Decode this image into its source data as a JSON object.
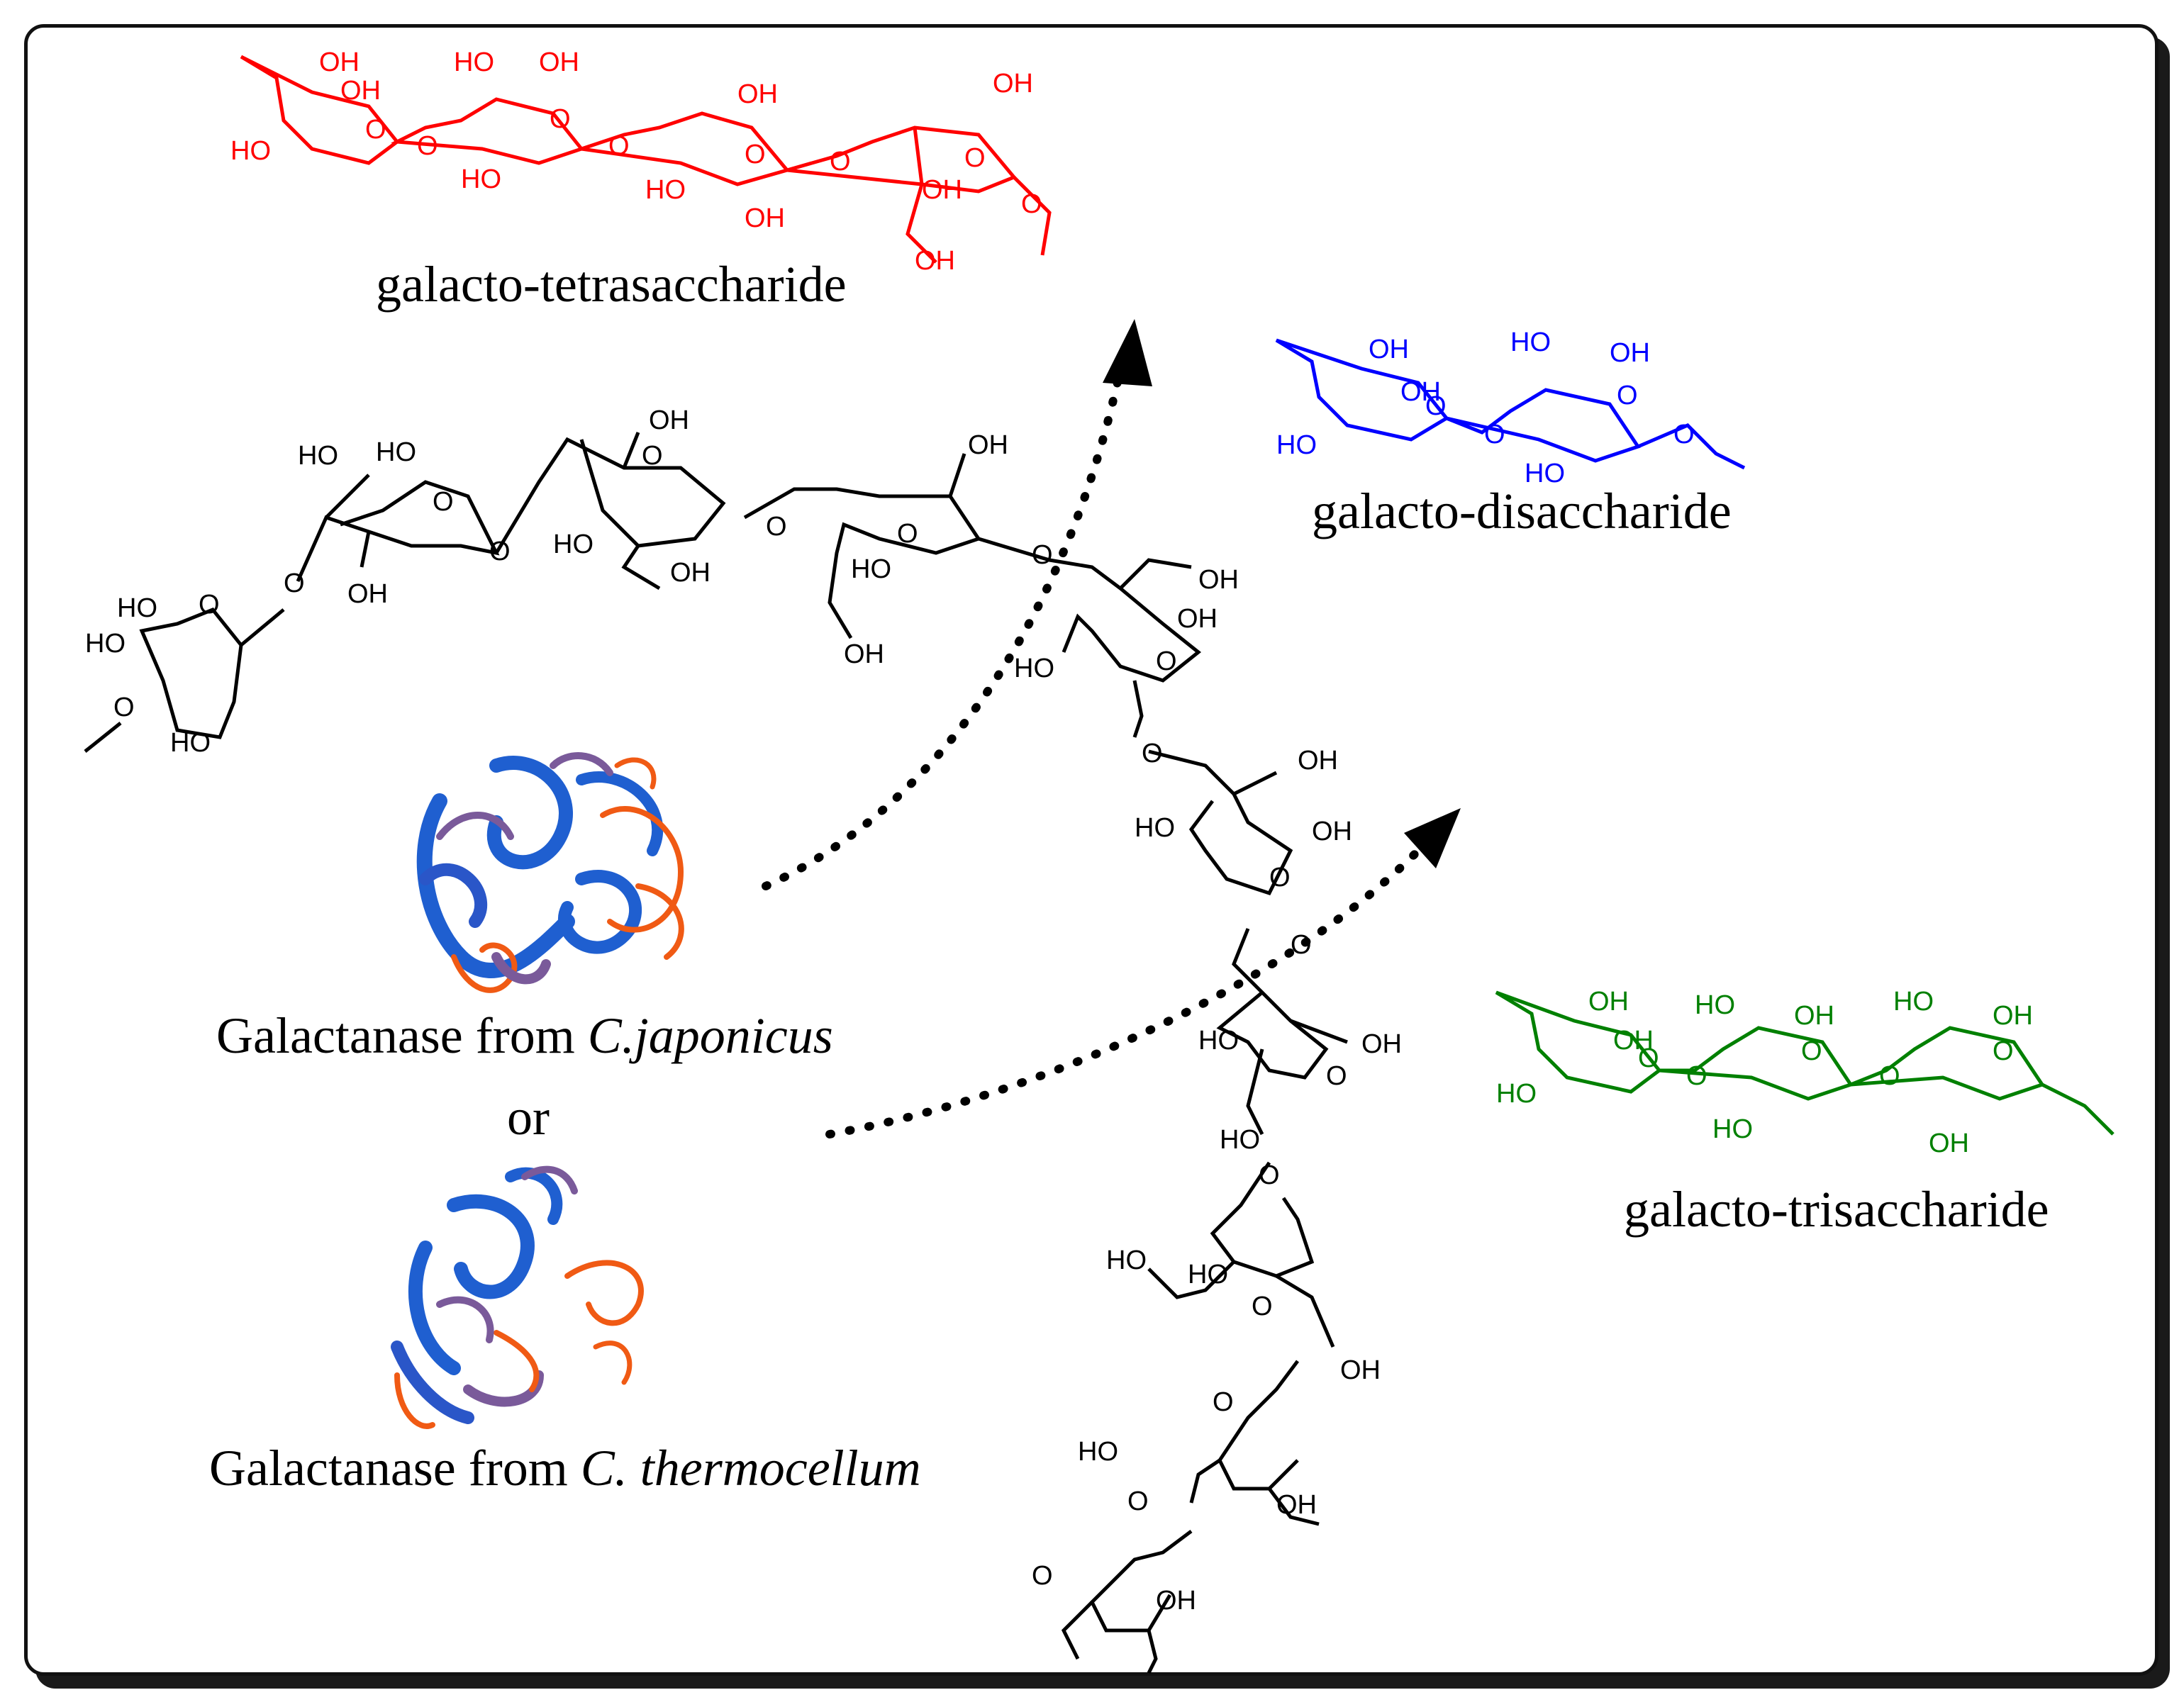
{
  "products": {
    "tetra": {
      "label": "galacto-tetrasaccharide",
      "color": "#ff0000"
    },
    "di": {
      "label": "galacto-disaccharide",
      "color": "#0000ff"
    },
    "tri": {
      "label": "galacto-trisaccharide",
      "color": "#008000"
    }
  },
  "enzymes": {
    "japonicus": {
      "prefix": "Galactanase from ",
      "organism": "C.japonicus"
    },
    "connector": "or",
    "thermocellum": {
      "prefix": "Galactanase from ",
      "organism": "C. thermocellum"
    }
  },
  "atoms": {
    "hydroxyl": "OH",
    "hydroxyl_left": "HO",
    "oxygen": "O"
  },
  "colors": {
    "substrate": "#000000",
    "helix": "#1f5fd0",
    "loop_orange": "#f05a14",
    "loop_purple": "#7a5a9a"
  }
}
